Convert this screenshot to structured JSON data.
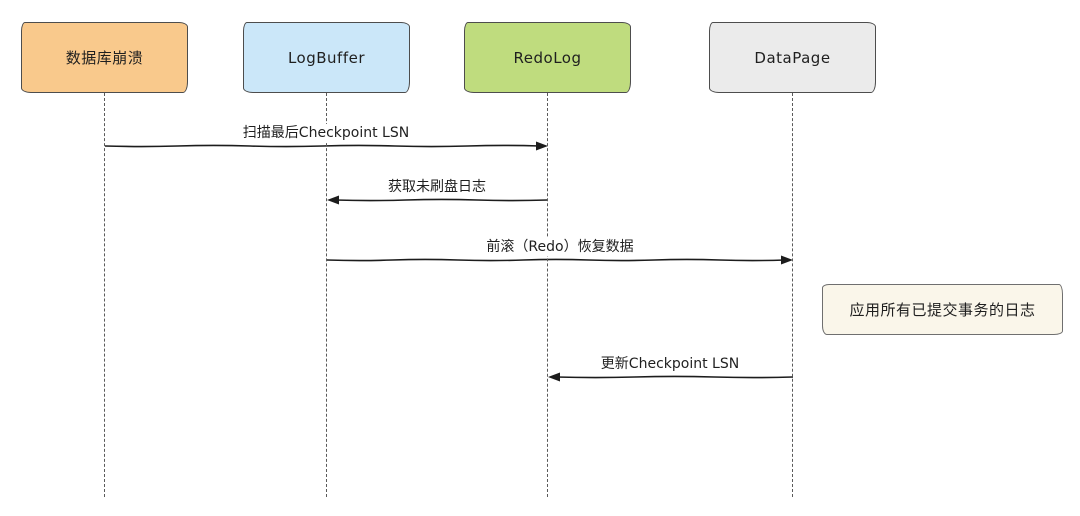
{
  "diagram": {
    "type": "sequence-diagram",
    "actors": [
      {
        "label": "数据库崩溃",
        "fill": "#F9C98C"
      },
      {
        "label": "LogBuffer",
        "fill": "#CBE7F9"
      },
      {
        "label": "RedoLog",
        "fill": "#BFDC7E"
      },
      {
        "label": "DataPage",
        "fill": "#EBEBEB"
      }
    ],
    "messages": [
      {
        "label": "扫描最后Checkpoint LSN",
        "from": 0,
        "to": 2
      },
      {
        "label": "获取未刷盘日志",
        "from": 2,
        "to": 1
      },
      {
        "label": "前滚（Redo）恢复数据",
        "from": 1,
        "to": 3
      },
      {
        "label": "更新Checkpoint LSN",
        "from": 3,
        "to": 2
      }
    ],
    "note": {
      "label": "应用所有已提交事务的日志",
      "fill": "#FAF6EA"
    },
    "line_color": "#1c1c1c"
  }
}
